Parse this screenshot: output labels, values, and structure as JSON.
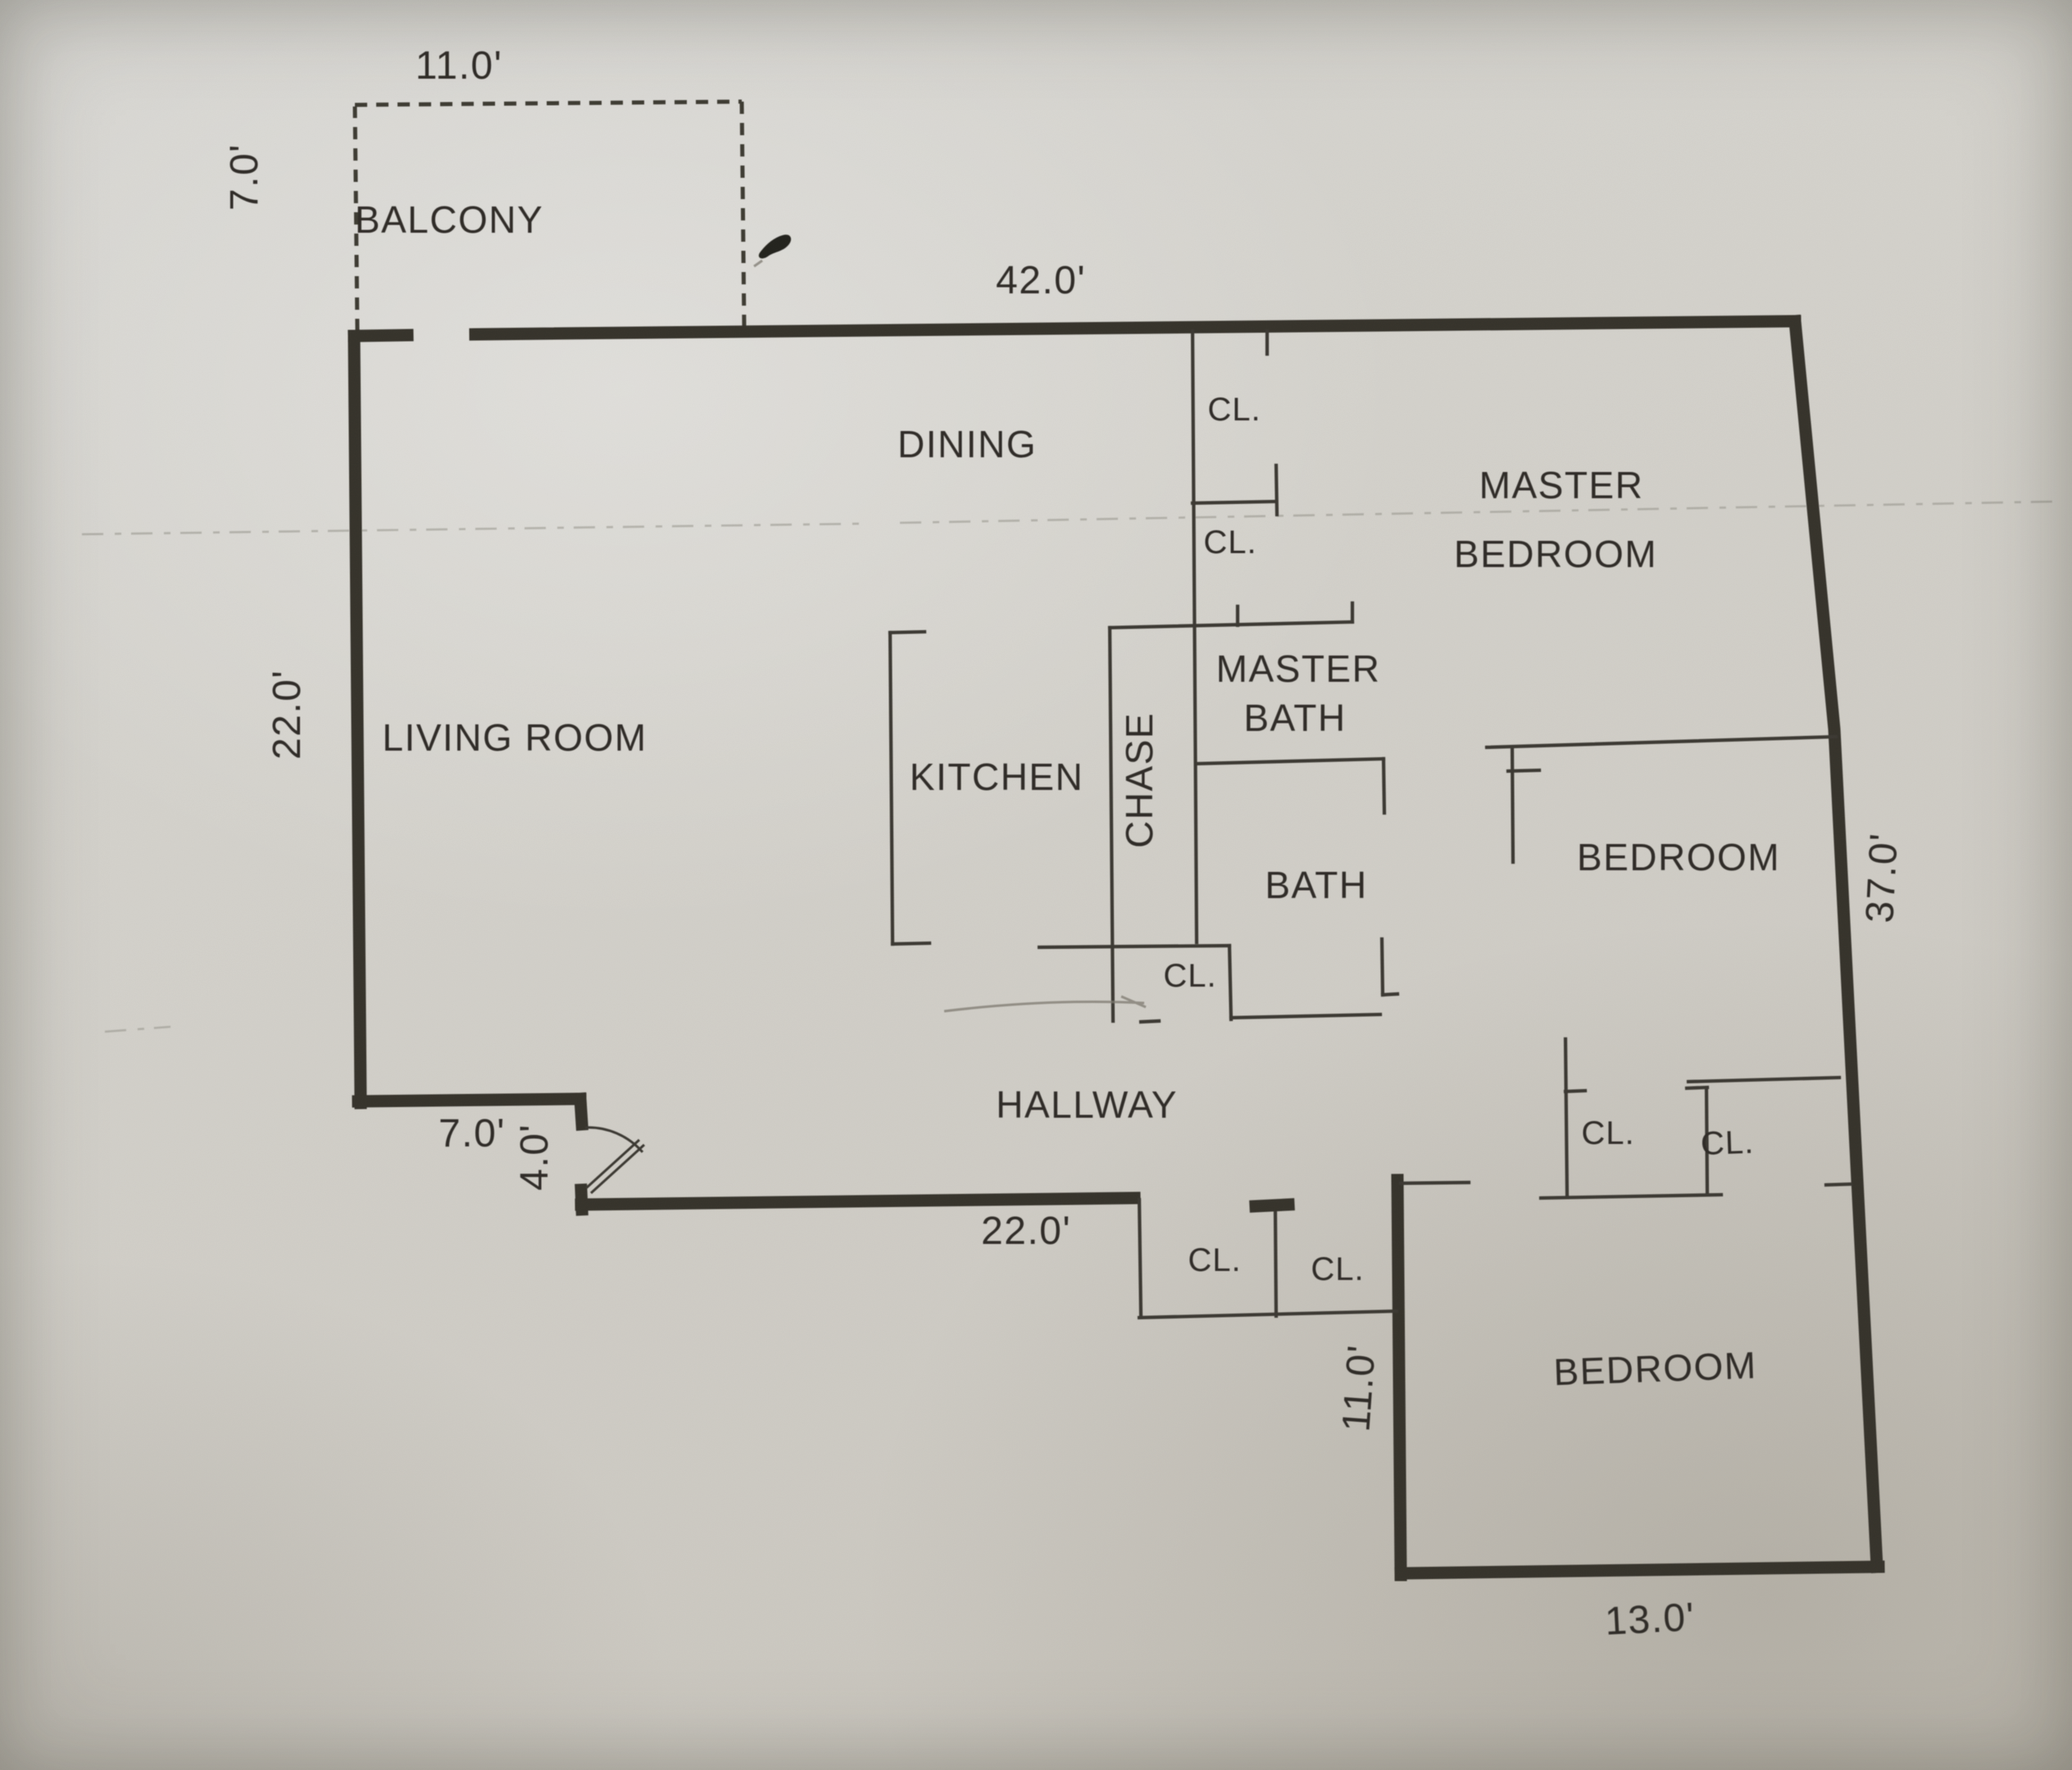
{
  "plan": {
    "labels": {
      "balcony": "BALCONY",
      "dining": "DINING",
      "living_room": "LIVING ROOM",
      "kitchen": "KITCHEN",
      "chase": "CHASE",
      "master_bath_line1": "MASTER",
      "master_bath_line2": "BATH",
      "bath": "BATH",
      "master_bedroom_line1": "MASTER",
      "master_bedroom_line2": "BEDROOM",
      "bedroom": "BEDROOM",
      "hallway": "HALLWAY",
      "closet": "CL."
    },
    "dimensions": {
      "balcony_width": "11.0'",
      "balcony_depth": "7.0'",
      "top_wall": "42.0'",
      "left_wall": "22.0'",
      "living_bottom_wall": "7.0'",
      "entry_opening": "4.0'",
      "hallway_bottom_wall": "22.0'",
      "bedroom_left_wall": "11.0'",
      "right_wall": "37.0'",
      "bedroom_bottom_wall": "13.0'"
    },
    "colors": {
      "paper": "#d5d3cd",
      "wall_ink": "#35322b",
      "text_ink": "#2d2b27",
      "crease": "#96938b",
      "pencil_mark": "#7e7a70"
    }
  }
}
